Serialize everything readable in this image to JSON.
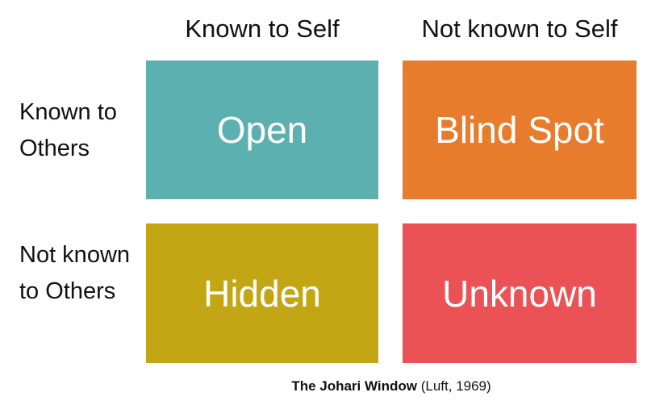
{
  "columns": {
    "known_to_self": "Known to Self",
    "not_known_to_self": "Not known to Self"
  },
  "rows": {
    "known_to_others": "Known to Others",
    "not_known_to_others": "Not known to Others"
  },
  "quadrants": {
    "open": {
      "label": "Open",
      "color": "#5cb0b0"
    },
    "blind_spot": {
      "label": "Blind Spot",
      "color": "#e87c2d"
    },
    "hidden": {
      "label": "Hidden",
      "color": "#c3a613"
    },
    "unknown": {
      "label": "Unknown",
      "color": "#eb5255"
    }
  },
  "caption": {
    "title": "The Johari Window",
    "citation": "(Luft, 1969)"
  }
}
